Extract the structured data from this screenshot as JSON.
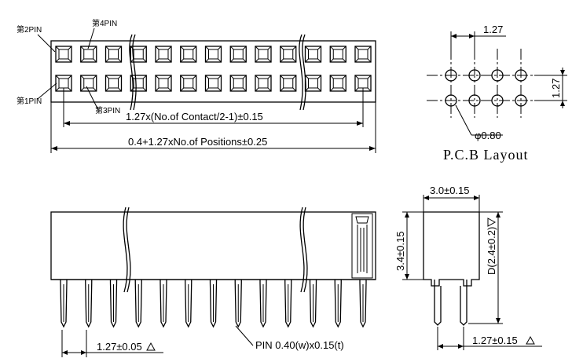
{
  "top_view": {
    "pin2_label": "第2PIN",
    "pin4_label": "第4PIN",
    "pin1_label": "第1PIN",
    "pin3_label": "第3PIN",
    "dim_contact": "1.27x(No.of Contact/2-1)±0.15",
    "dim_total": "0.4+1.27xNo.of Positions±0.25"
  },
  "pcb_layout": {
    "pitch_h": "1.27",
    "pitch_v": "1.27",
    "hole_dia": "φ0.80",
    "title": "P.C.B Layout"
  },
  "front_view": {
    "pitch": "1.27±0.05",
    "pin_spec": "PIN 0.40(w)x0.15(t)"
  },
  "side_view": {
    "width": "3.0±0.15",
    "height": "3.4±0.15",
    "depth": "D(2.4±0.2)",
    "pitch": "1.27±0.15"
  },
  "colors": {
    "line": "#000000",
    "background": "#ffffff"
  }
}
